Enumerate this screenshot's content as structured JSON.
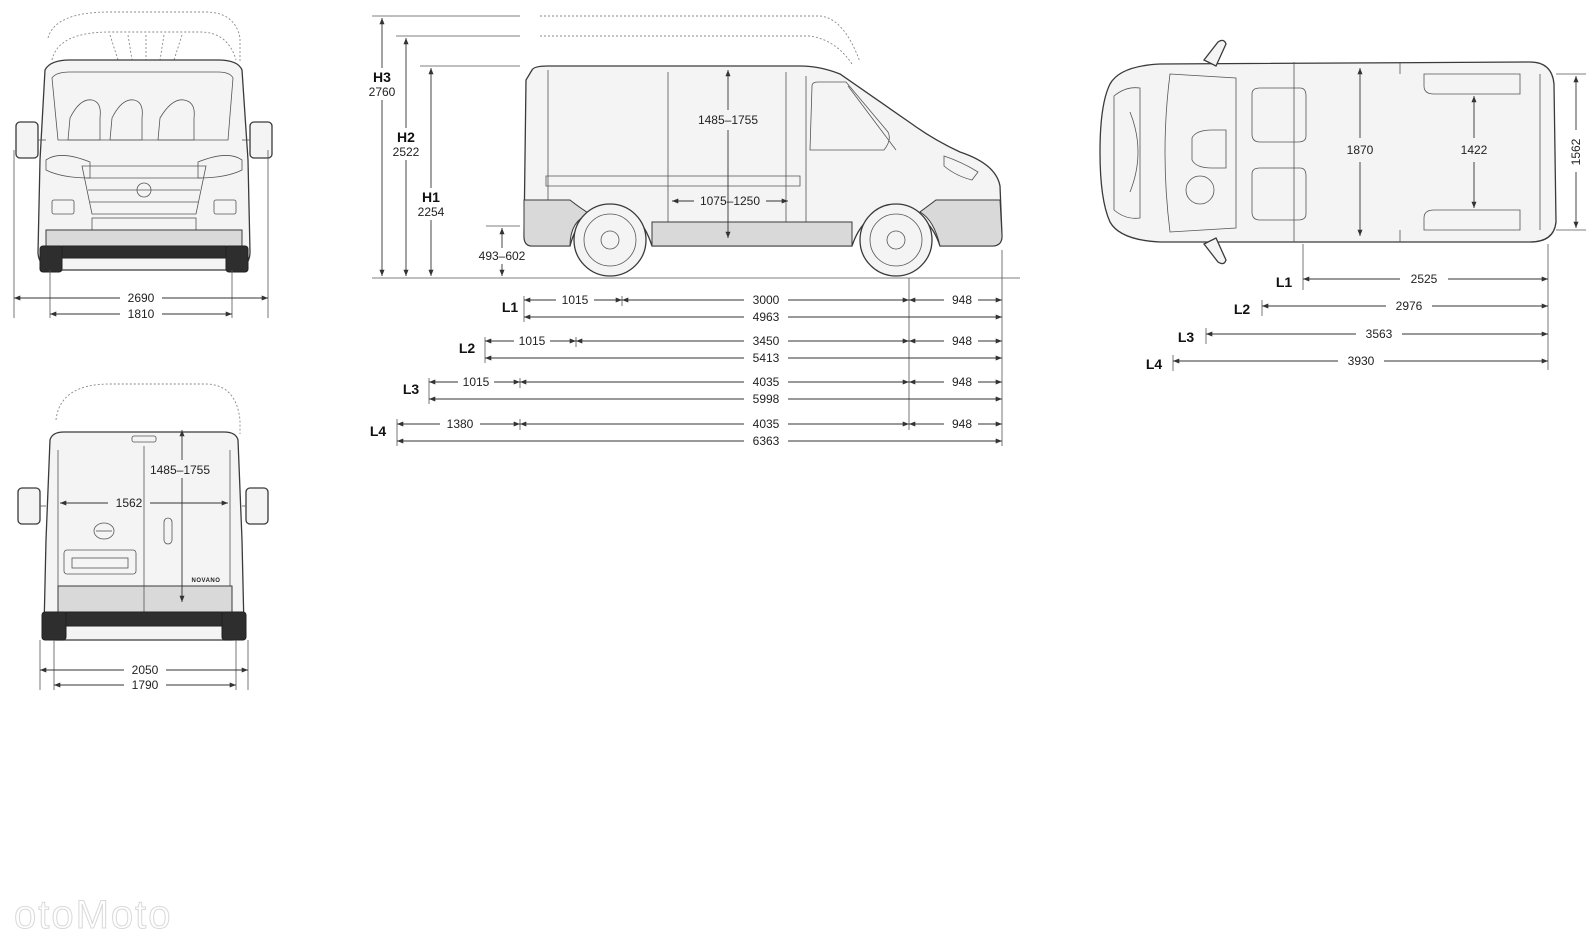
{
  "front_view": {
    "overall_width": "2690",
    "track_width": "1810"
  },
  "rear_view": {
    "load_height": "1485–1755",
    "load_width": "1562",
    "overall_width": "2050",
    "track_width": "1790",
    "badge": "NOVANO"
  },
  "side_view": {
    "heights": [
      {
        "label": "H3",
        "value": "2760"
      },
      {
        "label": "H2",
        "value": "2522"
      },
      {
        "label": "H1",
        "value": "2254"
      }
    ],
    "load_sill": "493–602",
    "interior_height": "1485–1755",
    "door_width": "1075–1250",
    "lengths": [
      {
        "label": "L1",
        "front_overhang": "1015",
        "wheelbase": "3000",
        "rear_overhang": "948",
        "total": "4963"
      },
      {
        "label": "L2",
        "front_overhang": "1015",
        "wheelbase": "3450",
        "rear_overhang": "948",
        "total": "5413"
      },
      {
        "label": "L3",
        "front_overhang": "1015",
        "wheelbase": "4035",
        "rear_overhang": "948",
        "total": "5998"
      },
      {
        "label": "L4",
        "front_overhang": "1380",
        "wheelbase": "4035",
        "rear_overhang": "948",
        "total": "6363"
      }
    ]
  },
  "top_view": {
    "max_width": "1870",
    "between_arches": "1422",
    "rear_width": "1562",
    "load_lengths": [
      {
        "label": "L1",
        "value": "2525"
      },
      {
        "label": "L2",
        "value": "2976"
      },
      {
        "label": "L3",
        "value": "3563"
      },
      {
        "label": "L4",
        "value": "3930"
      }
    ]
  },
  "watermark": "otoMoto"
}
